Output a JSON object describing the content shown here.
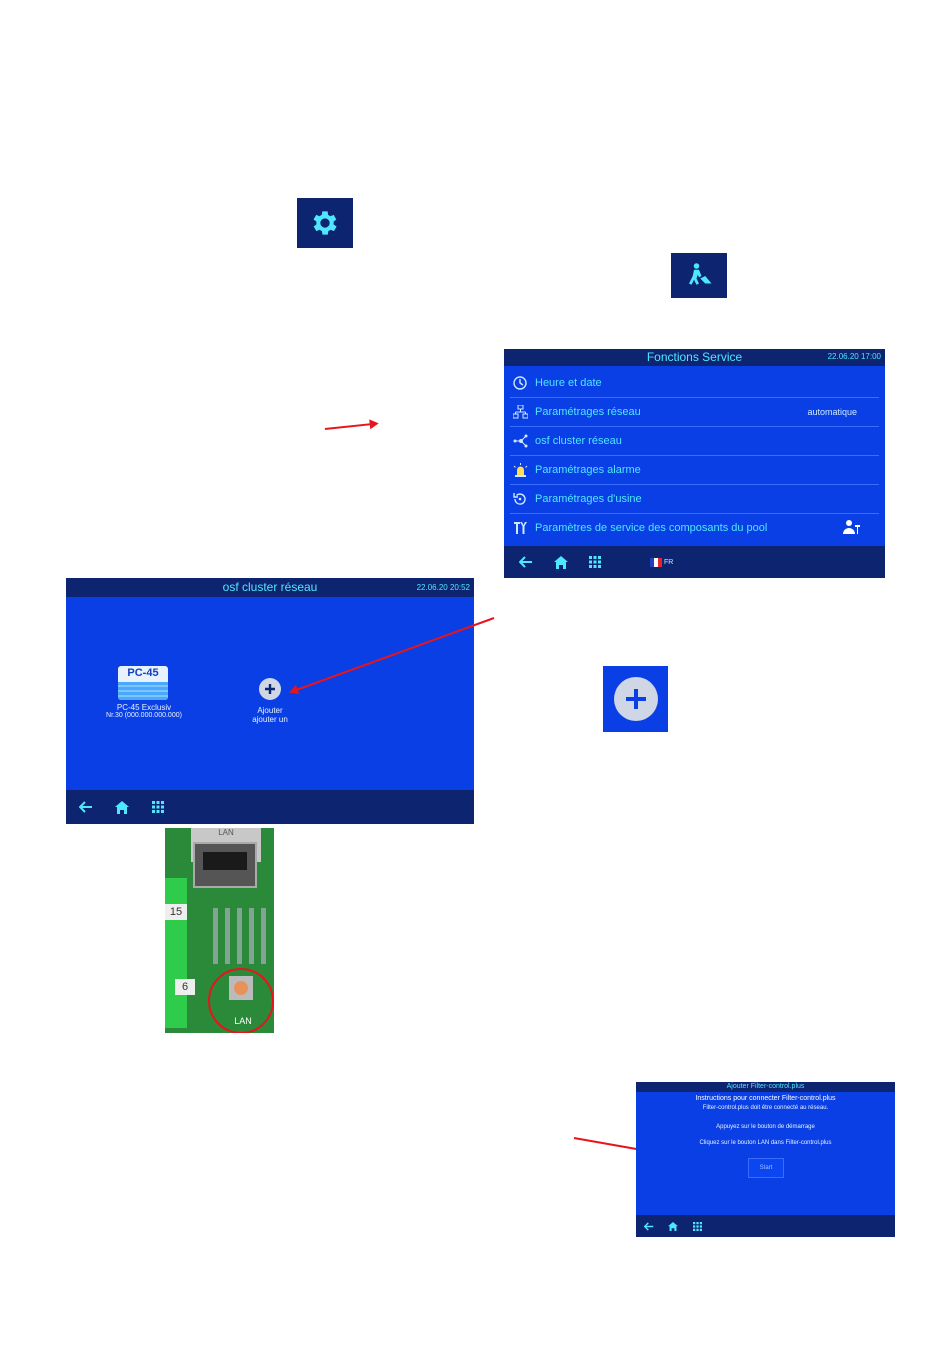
{
  "icons": {
    "gear": "gear-icon",
    "service": "service-worker-icon",
    "plus": "plus-icon"
  },
  "colors": {
    "screen_bg": "#0a3fe6",
    "bar_bg": "#0d2470",
    "accent": "#4fe7ff",
    "arrow": "#e8141c"
  },
  "service_screen": {
    "title": "Fonctions Service",
    "datetime": "22.06.20 17:00",
    "items": [
      {
        "label": "Heure et date",
        "icon": "clock-icon",
        "value": ""
      },
      {
        "label": "Paramétrages réseau",
        "icon": "network-icon",
        "value": "automatique"
      },
      {
        "label": "osf cluster réseau",
        "icon": "cluster-icon",
        "value": ""
      },
      {
        "label": "Paramétrages alarme",
        "icon": "alarm-icon",
        "value": ""
      },
      {
        "label": "Paramétrages d'usine",
        "icon": "factory-reset-icon",
        "value": ""
      },
      {
        "label": "Paramètres de service des composants du pool",
        "icon": "tools-icon",
        "value": ""
      }
    ],
    "language": "FR"
  },
  "cluster_screen": {
    "title": "osf cluster réseau",
    "datetime": "22.06.20 20:52",
    "device_badge": "PC-45",
    "device_name": "PC-45 Exclusiv",
    "device_address": "Nr.30 (000.000.000.000)",
    "add_label_1": "Ajouter",
    "add_label_2": "ajouter un"
  },
  "pcb_photo": {
    "label_top": "LAN",
    "label_15": "15",
    "label_6": "6",
    "label_button": "LAN"
  },
  "add_screen": {
    "title": "Ajouter Filter-control.plus",
    "heading": "Instructions pour connecter Filter-control.plus",
    "line1": "Filter-control.plus doit être connecté au réseau.",
    "line2": "Appuyez sur le bouton de démarrage",
    "line3": "Cliquez sur le bouton LAN dans Filter-control.plus",
    "start_button": "Start"
  }
}
